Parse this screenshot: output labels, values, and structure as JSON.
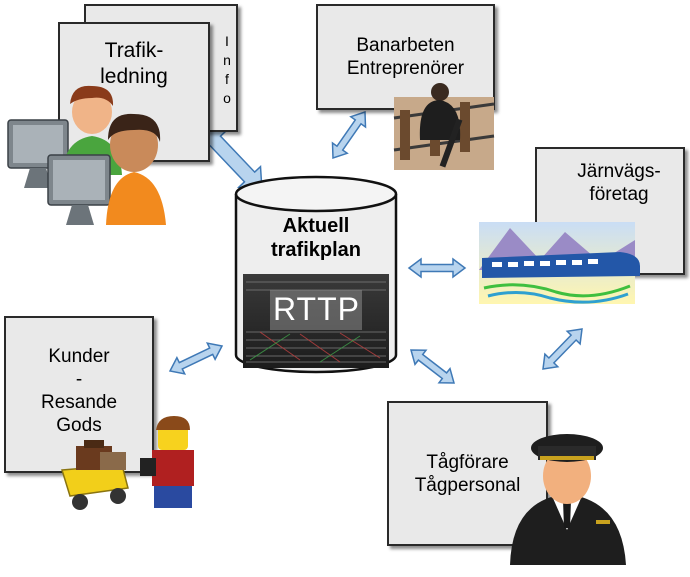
{
  "info_letters": [
    "I",
    "n",
    "f",
    "o"
  ],
  "database": {
    "title_lines": [
      "Aktuell",
      "trafikplan"
    ],
    "screen_label": "RTTP"
  },
  "boxes": {
    "trafikledning": [
      "Trafik-",
      "ledning"
    ],
    "banarbeten": [
      "Banarbeten",
      "Entreprenörer"
    ],
    "jarnvagsforetag": [
      "Järnvägs-",
      "företag"
    ],
    "kunder": [
      "Kunder",
      "-",
      "Resande",
      "Gods"
    ],
    "tagforare": [
      "Tågförare",
      "Tågpersonal"
    ]
  },
  "colors": {
    "box_fill": "#e9e9e9",
    "arrow_fill": "#b8d4ee",
    "arrow_stroke": "#3f79b6",
    "db_fill": "#eeeeee"
  }
}
